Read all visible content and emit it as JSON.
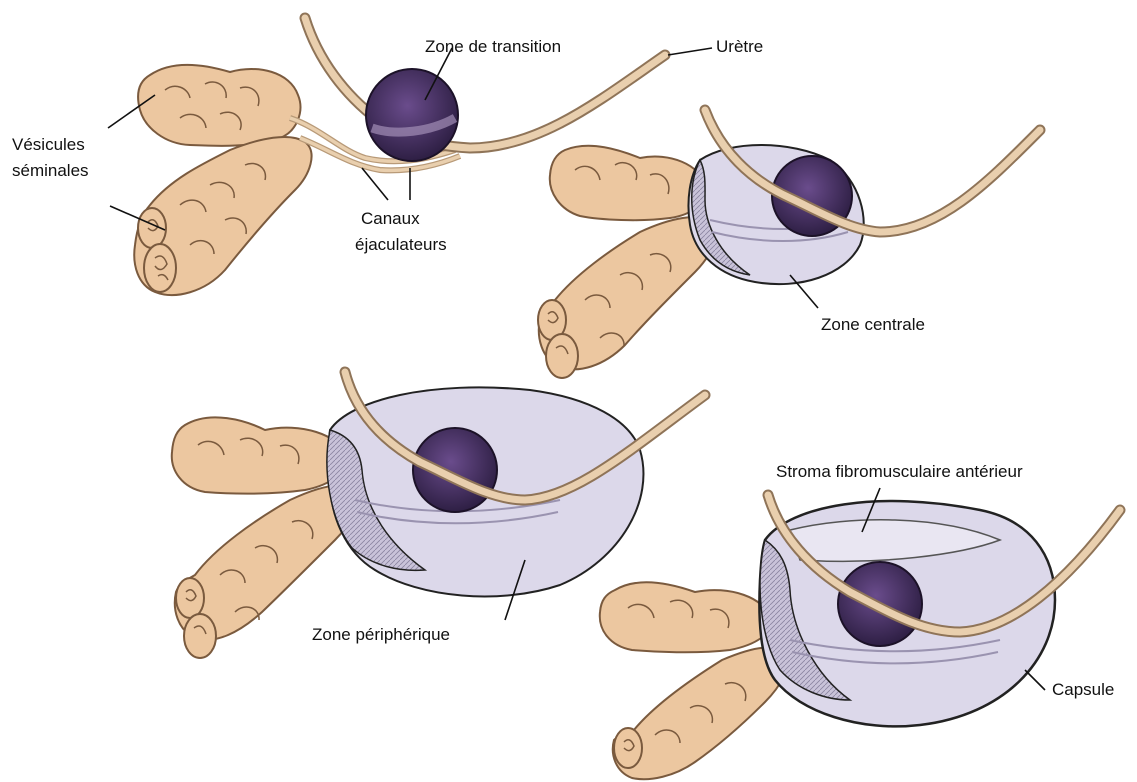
{
  "labels": {
    "zone_transition": "Zone de transition",
    "uretre": "Urètre",
    "vesicules_line1": "Vésicules",
    "vesicules_line2": "séminales",
    "canaux_line1": "Canaux",
    "canaux_line2": "éjaculateurs",
    "zone_centrale": "Zone centrale",
    "zone_peripherique": "Zone périphérique",
    "stroma": "Stroma fibromusculaire antérieur",
    "capsule": "Capsule"
  },
  "colors": {
    "seminal_vesicle": "#ecc7a0",
    "vesicle_outline": "#7a5a3e",
    "transition_zone": "#4b3468",
    "transition_zone_dark": "#2e1f44",
    "gland_zone": "#dcd8ea",
    "gland_zone_shade": "#b9b3cc",
    "outline": "#222222",
    "duct": "#e9cfae"
  }
}
